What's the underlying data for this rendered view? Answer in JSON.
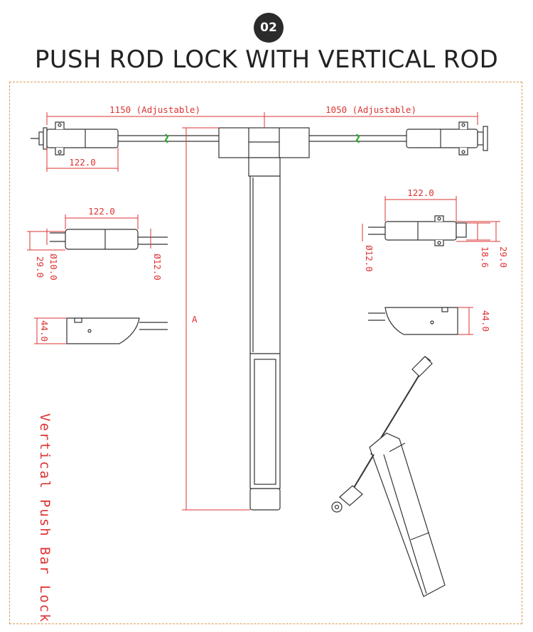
{
  "badge": "02",
  "title": "PUSH ROD LOCK WITH VERTICAL ROD",
  "side_label": "Vertical Push Bar Lock",
  "dims": {
    "left_adjust": "1150 (Adjustable)",
    "right_adjust": "1050 (Adjustable)",
    "left_body": "122.0",
    "height": "A",
    "detail_left_len": "122.0",
    "detail_left_h": "29.0",
    "detail_left_d1": "Ø10.0",
    "detail_left_d2": "Ø12.0",
    "detail_left_bottom": "44.0",
    "detail_right_len": "122.0",
    "detail_right_d": "Ø12.0",
    "detail_right_h1": "18.6",
    "detail_right_h2": "29.0",
    "detail_right_bottom": "44.0"
  },
  "colors": {
    "dimension": "#dd3333",
    "frame": "#d79b54",
    "line": "#333333",
    "spring": "#22aa22"
  }
}
